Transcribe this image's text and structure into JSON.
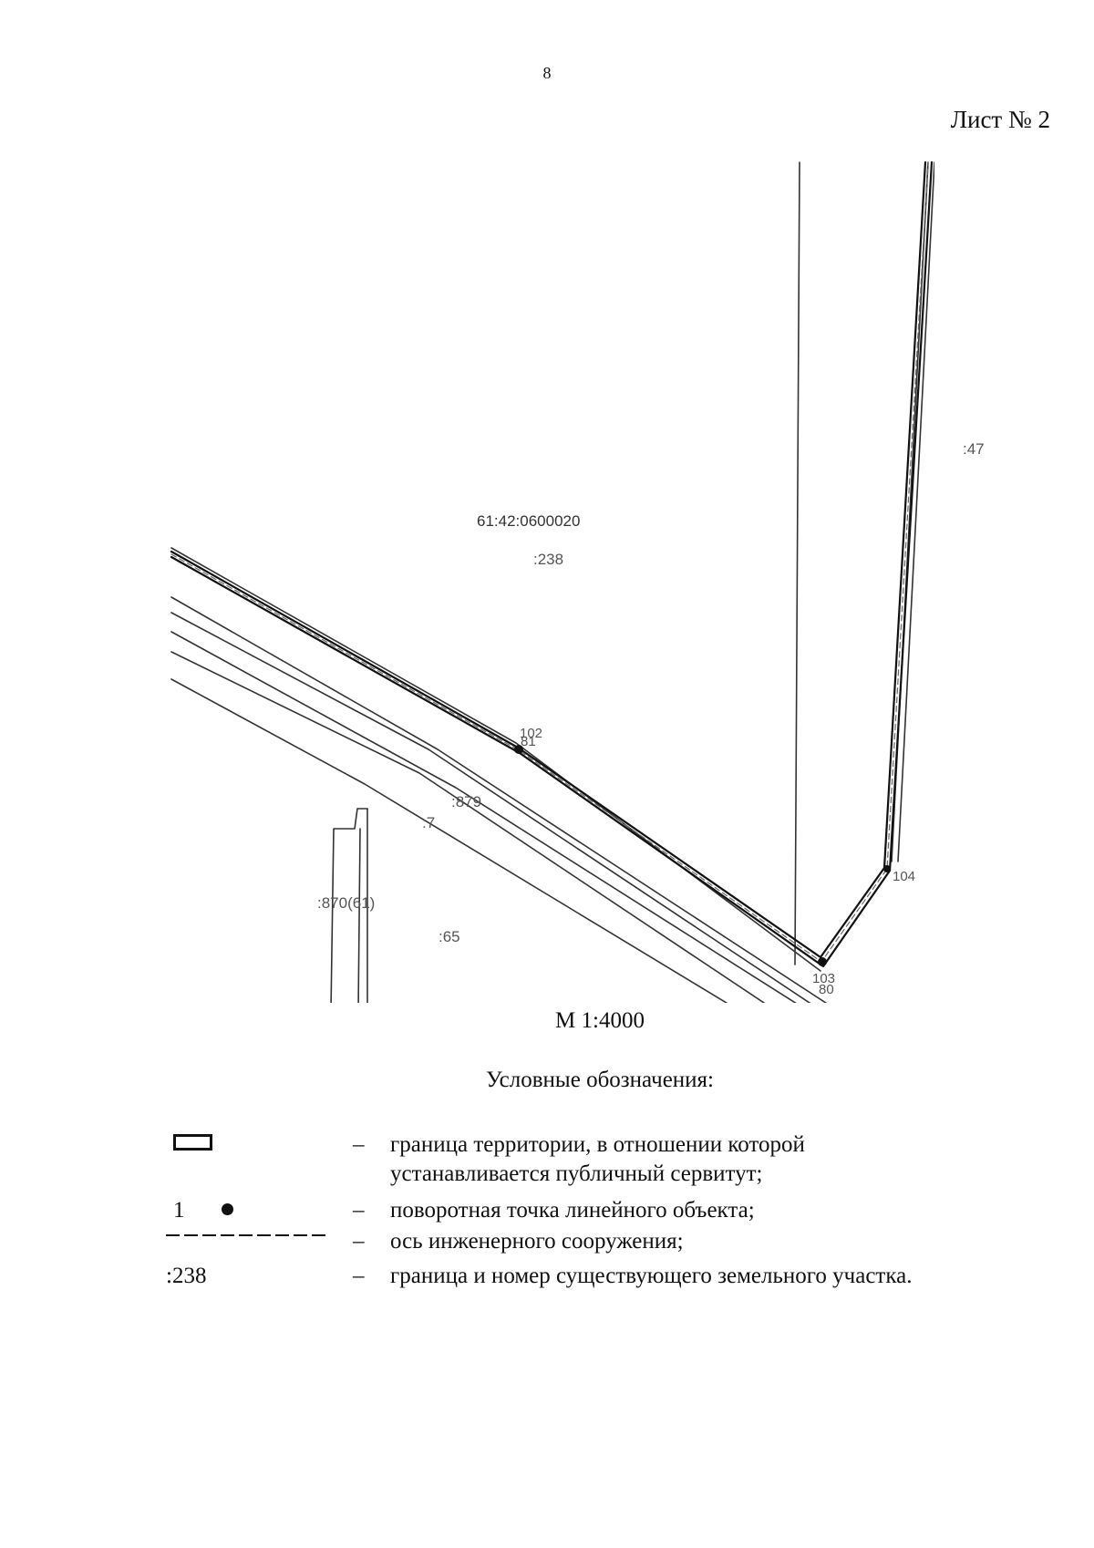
{
  "document": {
    "page_number": "8",
    "sheet_title": "Лист № 2"
  },
  "map": {
    "quarter_number": "61:42:0600020",
    "parcel_labels": {
      "p238": ":238",
      "p47": ":47",
      "p879": ":879",
      "p7": ":7",
      "p870": ":870(61)",
      "p65": ":65"
    },
    "point_labels": {
      "pt102": "102",
      "pt81": "81",
      "pt103": "103",
      "pt80": "80",
      "pt104": "104"
    },
    "scale": "М 1:4000"
  },
  "legend": {
    "title": "Условные обозначения:",
    "items": [
      {
        "symbol": "rectangle",
        "dash": "–",
        "text_line1": "граница территории, в отношении которой",
        "text_line2": "устанавливается публичный сервитут;"
      },
      {
        "symbol": "point",
        "symbol_text": "1",
        "dash": "–",
        "text": "поворотная точка линейного объекта;"
      },
      {
        "symbol": "dashed-line",
        "dash": "–",
        "text": "ось инженерного сооружения;"
      },
      {
        "symbol": "parcel-number",
        "symbol_text": ":238",
        "dash": "–",
        "text": "граница и номер существующего земельного участка."
      }
    ]
  }
}
